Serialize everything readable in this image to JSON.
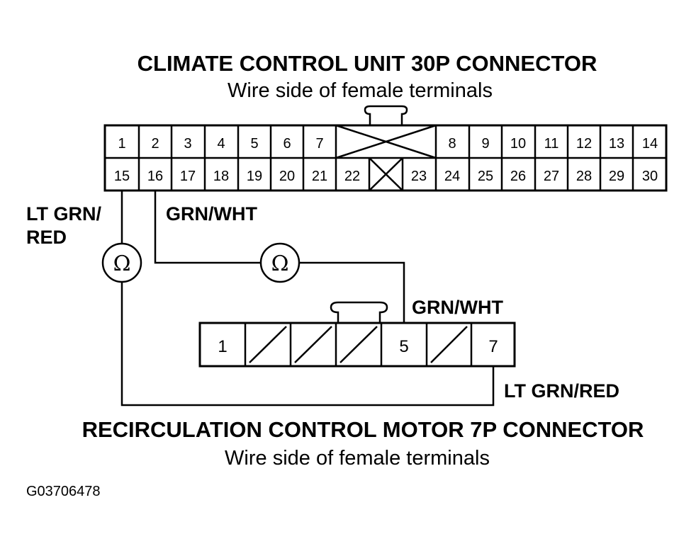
{
  "top_connector": {
    "title": "CLIMATE CONTROL UNIT 30P CONNECTOR",
    "subtitle": "Wire side of female terminals",
    "top_row": [
      "1",
      "2",
      "3",
      "4",
      "5",
      "6",
      "7",
      "8",
      "9",
      "10",
      "11",
      "12",
      "13",
      "14"
    ],
    "bottom_row": [
      "15",
      "16",
      "17",
      "18",
      "19",
      "20",
      "21",
      "22",
      "23",
      "24",
      "25",
      "26",
      "27",
      "28",
      "29",
      "30"
    ]
  },
  "bottom_connector": {
    "title": "RECIRCULATION CONTROL MOTOR 7P CONNECTOR",
    "subtitle": "Wire side of female terminals",
    "pins": [
      "1",
      "5",
      "7"
    ]
  },
  "wires": {
    "lt_grn_red_left_line1": "LT GRN/",
    "lt_grn_red_left_line2": "RED",
    "grn_wht_top": "GRN/WHT",
    "grn_wht_right": "GRN/WHT",
    "lt_grn_red_bottom": "LT GRN/RED"
  },
  "meters": {
    "symbol": "Ω"
  },
  "figure_code": "G03706478"
}
